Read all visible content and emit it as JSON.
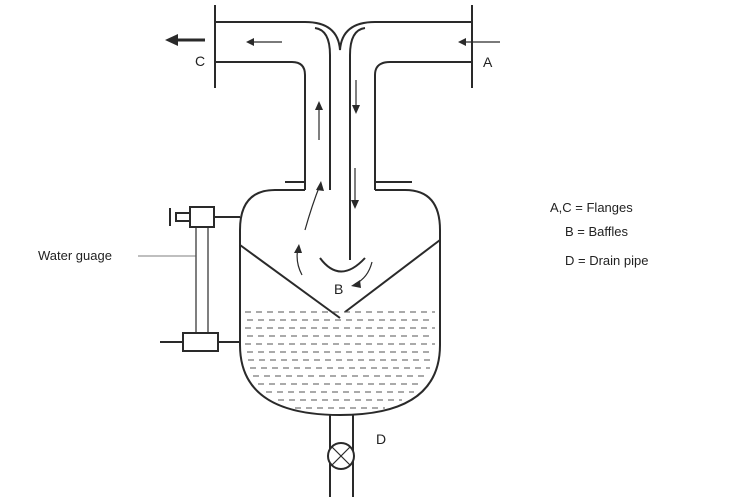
{
  "labels": {
    "A": "A",
    "B": "B",
    "C": "C",
    "D": "D",
    "water_gauge": "Water guage"
  },
  "legend": [
    {
      "text": "A,C = Flanges"
    },
    {
      "text": "B = Baffles"
    },
    {
      "text": "D = Drain pipe"
    }
  ],
  "colors": {
    "line": "#2a2a2a",
    "water": "#555555"
  }
}
